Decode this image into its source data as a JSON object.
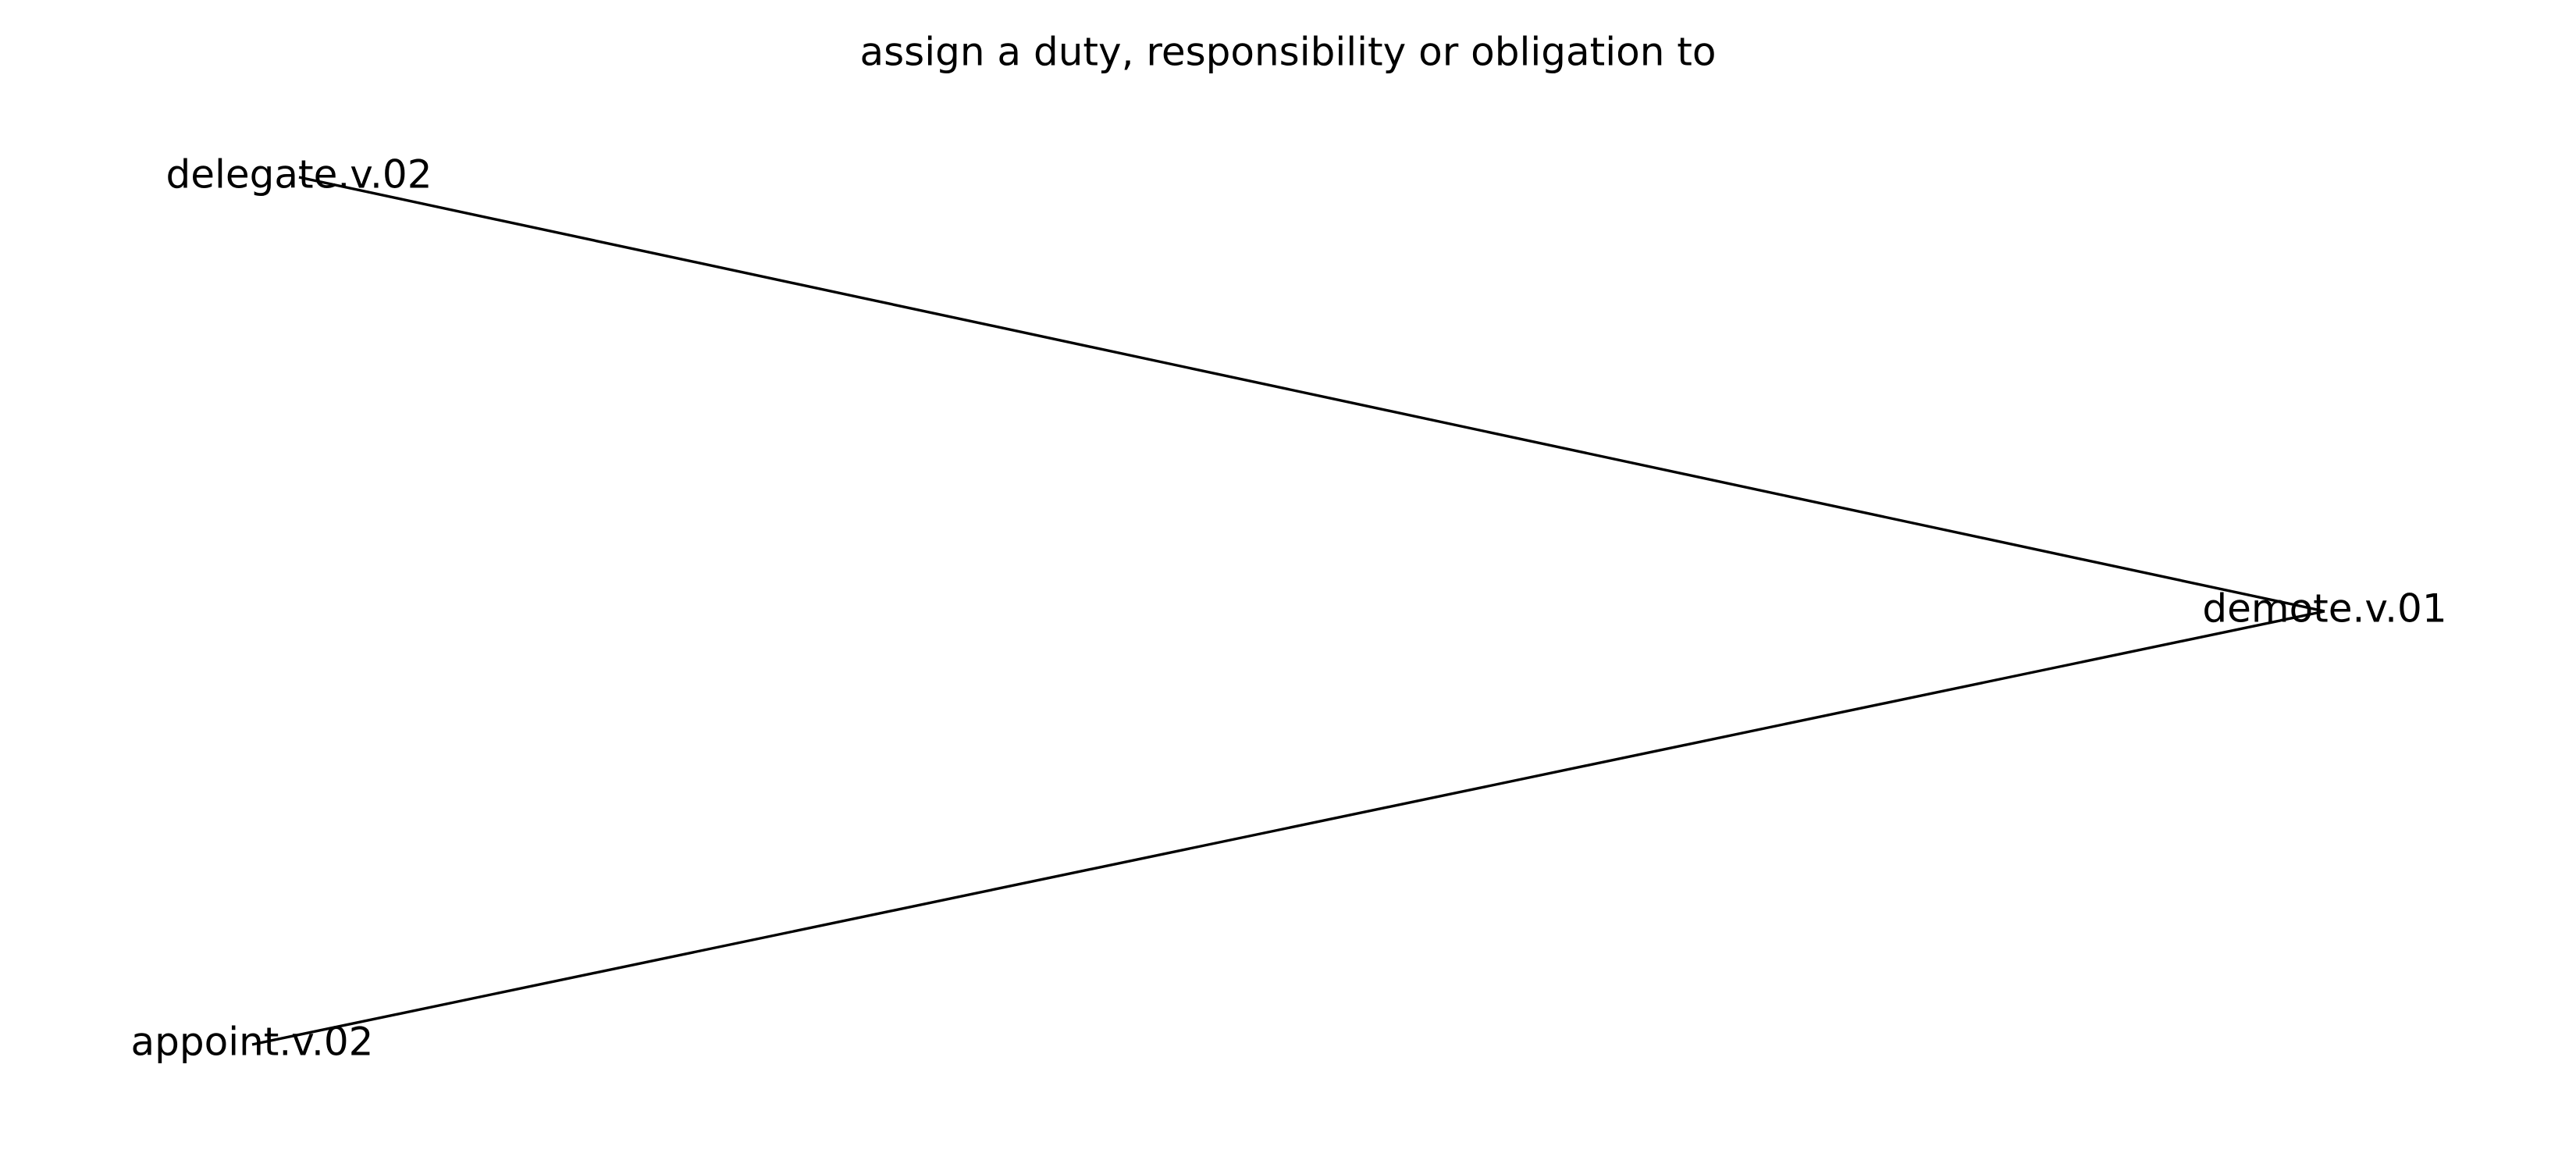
{
  "graph": {
    "title": "assign a duty, responsibility or obligation to",
    "edge_color": "#000000",
    "nodes": [
      {
        "id": "delegate",
        "label": "delegate.v.02"
      },
      {
        "id": "demote",
        "label": "demote.v.01"
      },
      {
        "id": "appoint",
        "label": "appoint.v.02"
      }
    ],
    "edges": [
      {
        "from": "delegate",
        "to": "demote"
      },
      {
        "from": "appoint",
        "to": "demote"
      }
    ]
  }
}
